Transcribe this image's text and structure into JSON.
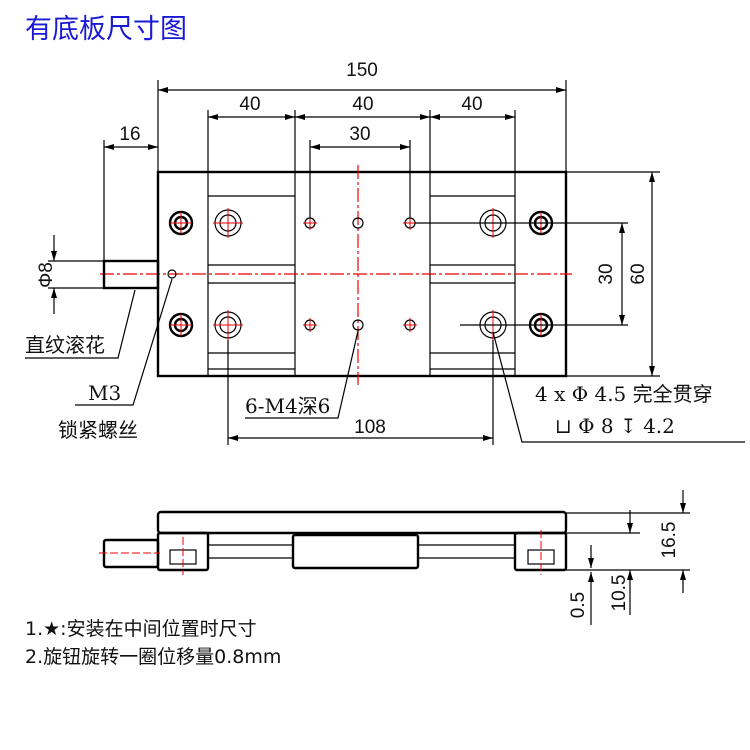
{
  "title": "有底板尺寸图",
  "top_view": {
    "dims": {
      "overall": "150",
      "span_left": "40",
      "span_mid": "40",
      "span_right": "40",
      "hole_pitch": "30",
      "knob_len": "16",
      "knob_dia": "Φ8",
      "row_pitch": "30",
      "width": "60",
      "mount_pitch": "108"
    },
    "labels": {
      "knurl": "直纹滚花",
      "m3": "M3",
      "lock_screw": "锁紧螺丝",
      "tapped": "6-M4深6",
      "thru_hole": "4 x Φ 4.5 完全贯穿",
      "counterbore": "⊔ Φ 8 ↧ 4.2"
    }
  },
  "side_view": {
    "dims": {
      "height": "16.5",
      "base": "10.5",
      "gap": "0.5"
    }
  },
  "notes": [
    "1.★:安装在中间位置时尺寸",
    "2.旋钮旋转一圈位移量0.8mm"
  ]
}
